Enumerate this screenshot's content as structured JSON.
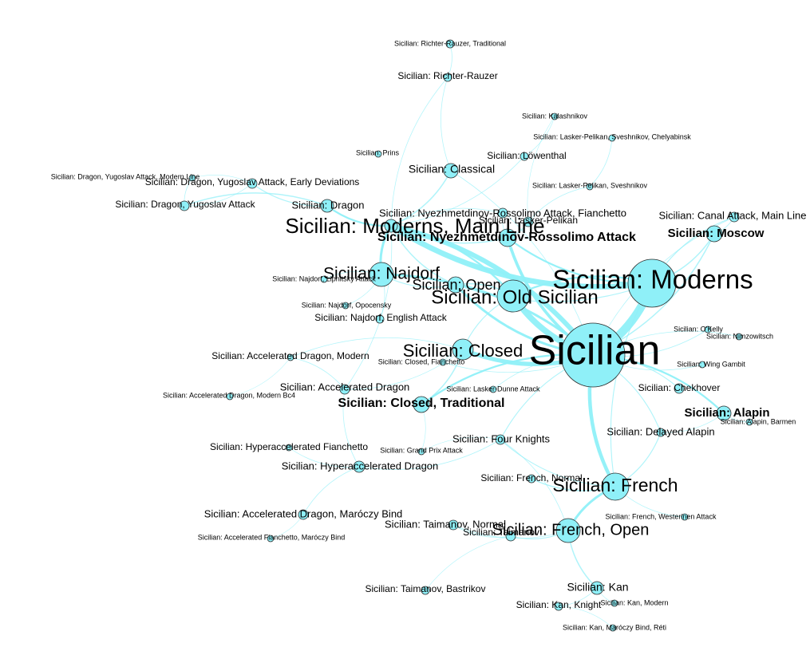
{
  "colors": {
    "node_fill": "#8ff0f8",
    "node_stroke": "#2a2a2a",
    "edge": "#8ff0f8",
    "label": "#000000",
    "background": "#ffffff"
  },
  "nodes": [
    {
      "id": "sicilian",
      "label": "Sicilian",
      "importance": 1.0,
      "bold": false
    },
    {
      "id": "moderns",
      "label": "Sicilian: Moderns",
      "importance": 0.55,
      "bold": false
    },
    {
      "id": "moderns_main",
      "label": "Sicilian: Moderns, Main Line",
      "importance": 0.4,
      "bold": false
    },
    {
      "id": "old_sicilian",
      "label": "Sicilian: Old Sicilian",
      "importance": 0.35,
      "bold": false
    },
    {
      "id": "closed",
      "label": "Sicilian: Closed",
      "importance": 0.3,
      "bold": false
    },
    {
      "id": "french",
      "label": "Sicilian: French",
      "importance": 0.3,
      "bold": false
    },
    {
      "id": "najdorf",
      "label": "Sicilian: Najdorf",
      "importance": 0.3,
      "bold": false
    },
    {
      "id": "french_open",
      "label": "Sicilian: French, Open",
      "importance": 0.25,
      "bold": false
    },
    {
      "id": "nyezh",
      "label": "Sicilian: Nyezhmetdinov-Rossolimo Attack",
      "importance": 0.22,
      "bold": true
    },
    {
      "id": "open",
      "label": "Sicilian: Open",
      "importance": 0.22,
      "bold": false
    },
    {
      "id": "closed_trad",
      "label": "Sicilian: Closed, Traditional",
      "importance": 0.18,
      "bold": true
    },
    {
      "id": "moscow",
      "label": "Sicilian: Moscow",
      "importance": 0.18,
      "bold": true
    },
    {
      "id": "alapin",
      "label": "Sicilian: Alapin",
      "importance": 0.16,
      "bold": true
    },
    {
      "id": "classical",
      "label": "Sicilian: Classical",
      "importance": 0.12,
      "bold": false
    },
    {
      "id": "dragon",
      "label": "Sicilian: Dragon",
      "importance": 0.1,
      "bold": false
    },
    {
      "id": "kan",
      "label": "Sicilian: Kan",
      "importance": 0.1,
      "bold": false
    },
    {
      "id": "four_knights",
      "label": "Sicilian: Four Knights",
      "importance": 0.08,
      "bold": false
    },
    {
      "id": "hyper_dragon",
      "label": "Sicilian: Hyperaccelerated Dragon",
      "importance": 0.08,
      "bold": false
    },
    {
      "id": "canal_main",
      "label": "Sicilian: Canal Attack, Main Line",
      "importance": 0.08,
      "bold": false
    },
    {
      "id": "taimanov_normal",
      "label": "Sicilian: Taimanov, Normal",
      "importance": 0.08,
      "bold": false
    },
    {
      "id": "taimanov",
      "label": "Sicilian: Taimanov",
      "importance": 0.06,
      "bold": false
    },
    {
      "id": "nyezh_fianch",
      "label": "Sicilian: Nyezhmetdinov-Rossolimo Attack, Fianchetto",
      "importance": 0.06,
      "bold": false
    },
    {
      "id": "lasker_pelikan",
      "label": "Sicilian: Lasker-Pelikan",
      "importance": 0.06,
      "bold": false
    },
    {
      "id": "accel_dragon",
      "label": "Sicilian: Accelerated Dragon",
      "importance": 0.06,
      "bold": false
    },
    {
      "id": "accel_maroczy",
      "label": "Sicilian: Accelerated Dragon, Maróczy Bind",
      "importance": 0.06,
      "bold": false
    },
    {
      "id": "delayed_alapin",
      "label": "Sicilian: Delayed Alapin",
      "importance": 0.06,
      "bold": false
    },
    {
      "id": "french_normal",
      "label": "Sicilian: French, Normal",
      "importance": 0.06,
      "bold": false
    },
    {
      "id": "chekhover",
      "label": "Sicilian: Chekhover",
      "importance": 0.05,
      "bold": false
    },
    {
      "id": "lowenthal",
      "label": "Sicilian: Löwenthal",
      "importance": 0.05,
      "bold": false
    },
    {
      "id": "richter",
      "label": "Sicilian: Richter-Rauzer",
      "importance": 0.05,
      "bold": false
    },
    {
      "id": "dragon_yug",
      "label": "Sicilian: Dragon, Yugoslav Attack",
      "importance": 0.05,
      "bold": false
    },
    {
      "id": "dragon_yug_early",
      "label": "Sicilian: Dragon, Yugoslav Attack, Early Deviations",
      "importance": 0.05,
      "bold": false
    },
    {
      "id": "accel_modern",
      "label": "Sicilian: Accelerated Dragon, Modern",
      "importance": 0.04,
      "bold": false
    },
    {
      "id": "najdorf_english",
      "label": "Sicilian: Najdorf, English Attack",
      "importance": 0.04,
      "bold": false
    },
    {
      "id": "hyper_fianch",
      "label": "Sicilian: Hyperaccelerated Fianchetto",
      "importance": 0.04,
      "bold": false
    },
    {
      "id": "taimanov_bastrikov",
      "label": "Sicilian: Taimanov, Bastrikov",
      "importance": 0.04,
      "bold": false
    },
    {
      "id": "kan_knight",
      "label": "Sicilian: Kan, Knight",
      "importance": 0.04,
      "bold": false
    },
    {
      "id": "richter_trad",
      "label": "Sicilian: Richter-Rauzer, Traditional",
      "importance": 0.02,
      "bold": false
    },
    {
      "id": "kalashnikov",
      "label": "Sicilian: Kalashnikov",
      "importance": 0.02,
      "bold": false
    },
    {
      "id": "lp_sveshnikov_chel",
      "label": "Sicilian: Lasker-Pelikan, Sveshnikov, Chelyabinsk",
      "importance": 0.02,
      "bold": false
    },
    {
      "id": "prins",
      "label": "Sicilian: Prins",
      "importance": 0.02,
      "bold": false
    },
    {
      "id": "dragon_yug_modern",
      "label": "Sicilian: Dragon, Yugoslav Attack, Modern Line",
      "importance": 0.02,
      "bold": false
    },
    {
      "id": "lp_sveshnikov",
      "label": "Sicilian: Lasker-Pelikan, Sveshnikov",
      "importance": 0.02,
      "bold": false
    },
    {
      "id": "najdorf_zagreb",
      "label": "Sicilian: Najdorf, Lipnitsky Attack",
      "importance": 0.02,
      "bold": false
    },
    {
      "id": "najdorf_opocensky",
      "label": "Sicilian: Najdorf, Opocensky",
      "importance": 0.02,
      "bold": false
    },
    {
      "id": "okelly",
      "label": "Sicilian: O'Kelly",
      "importance": 0.02,
      "bold": false
    },
    {
      "id": "nimzowitsch",
      "label": "Sicilian: Nimzowitsch",
      "importance": 0.02,
      "bold": false
    },
    {
      "id": "closed_fianch",
      "label": "Sicilian: Closed, Fianchetto",
      "importance": 0.02,
      "bold": false
    },
    {
      "id": "wing_gambit",
      "label": "Sicilian: Wing Gambit",
      "importance": 0.02,
      "bold": false
    },
    {
      "id": "lasker_dunne",
      "label": "Sicilian: Lasker-Dunne Attack",
      "importance": 0.02,
      "bold": false
    },
    {
      "id": "accel_modern_bc4",
      "label": "Sicilian: Accelerated Dragon, Modern Bc4",
      "importance": 0.02,
      "bold": false
    },
    {
      "id": "alapin_barmen",
      "label": "Sicilian: Alapin, Barmen",
      "importance": 0.02,
      "bold": false
    },
    {
      "id": "grand_prix",
      "label": "Sicilian: Grand Prix Attack",
      "importance": 0.02,
      "bold": false
    },
    {
      "id": "french_westerinen",
      "label": "Sicilian: French, Westerinen Attack",
      "importance": 0.02,
      "bold": false
    },
    {
      "id": "accel_fianch_maroczy",
      "label": "Sicilian: Accelerated Fianchetto, Maróczy Bind",
      "importance": 0.02,
      "bold": false
    },
    {
      "id": "kan_modern",
      "label": "Sicilian: Kan, Modern",
      "importance": 0.02,
      "bold": false
    },
    {
      "id": "kan_maroczy_reti",
      "label": "Sicilian: Kan, Maróczy Bind, Réti",
      "importance": 0.02,
      "bold": false
    }
  ],
  "edges": [
    {
      "source": "sicilian",
      "target": "moderns",
      "weight": 14
    },
    {
      "source": "sicilian",
      "target": "old_sicilian",
      "weight": 10
    },
    {
      "source": "sicilian",
      "target": "moderns_main",
      "weight": 8
    },
    {
      "source": "sicilian",
      "target": "closed",
      "weight": 7
    },
    {
      "source": "sicilian",
      "target": "french",
      "weight": 6
    },
    {
      "source": "sicilian",
      "target": "nyezh",
      "weight": 5
    },
    {
      "source": "sicilian",
      "target": "najdorf",
      "weight": 4
    },
    {
      "source": "sicilian",
      "target": "open",
      "weight": 4
    },
    {
      "source": "sicilian",
      "target": "closed_trad",
      "weight": 3
    },
    {
      "source": "sicilian",
      "target": "alapin",
      "weight": 3
    },
    {
      "source": "sicilian",
      "target": "moscow",
      "weight": 2
    },
    {
      "source": "sicilian",
      "target": "chekhover",
      "weight": 1.5
    },
    {
      "source": "sicilian",
      "target": "okelly",
      "weight": 1
    },
    {
      "source": "sicilian",
      "target": "nimzowitsch",
      "weight": 1
    },
    {
      "source": "sicilian",
      "target": "wing_gambit",
      "weight": 1
    },
    {
      "source": "sicilian",
      "target": "canal_main",
      "weight": 1
    },
    {
      "source": "sicilian",
      "target": "lasker_dunne",
      "weight": 1
    },
    {
      "source": "sicilian",
      "target": "closed_fianch",
      "weight": 1
    },
    {
      "source": "sicilian",
      "target": "four_knights",
      "weight": 1.5
    },
    {
      "source": "sicilian",
      "target": "delayed_alapin",
      "weight": 1.5
    },
    {
      "source": "sicilian",
      "target": "classical",
      "weight": 1
    },
    {
      "source": "moderns",
      "target": "moderns_main",
      "weight": 9
    },
    {
      "source": "moderns",
      "target": "old_sicilian",
      "weight": 3
    },
    {
      "source": "moderns",
      "target": "nyezh",
      "weight": 3
    },
    {
      "source": "moderns",
      "target": "moscow",
      "weight": 2
    },
    {
      "source": "moderns",
      "target": "canal_main",
      "weight": 1.5
    },
    {
      "source": "moderns",
      "target": "french",
      "weight": 1.5
    },
    {
      "source": "moderns",
      "target": "open",
      "weight": 1.5
    },
    {
      "source": "moderns_main",
      "target": "najdorf",
      "weight": 4
    },
    {
      "source": "moderns_main",
      "target": "dragon",
      "weight": 3
    },
    {
      "source": "moderns_main",
      "target": "classical",
      "weight": 2
    },
    {
      "source": "moderns_main",
      "target": "old_sicilian",
      "weight": 3
    },
    {
      "source": "moderns_main",
      "target": "open",
      "weight": 2
    },
    {
      "source": "moderns_main",
      "target": "richter",
      "weight": 1
    },
    {
      "source": "moderns_main",
      "target": "nyezh",
      "weight": 2
    },
    {
      "source": "moderns_main",
      "target": "accel_dragon",
      "weight": 1
    },
    {
      "source": "moderns_main",
      "target": "lowenthal",
      "weight": 1
    },
    {
      "source": "moderns_main",
      "target": "nyezh_fianch",
      "weight": 1
    },
    {
      "source": "dragon",
      "target": "dragon_yug",
      "weight": 2
    },
    {
      "source": "dragon",
      "target": "dragon_yug_early",
      "weight": 1.5
    },
    {
      "source": "dragon_yug",
      "target": "dragon_yug_early",
      "weight": 1
    },
    {
      "source": "dragon_yug",
      "target": "dragon_yug_modern",
      "weight": 1
    },
    {
      "source": "dragon_yug_early",
      "target": "dragon_yug_modern",
      "weight": 0.8
    },
    {
      "source": "najdorf",
      "target": "najdorf_english",
      "weight": 1
    },
    {
      "source": "najdorf",
      "target": "najdorf_zagreb",
      "weight": 1
    },
    {
      "source": "najdorf",
      "target": "najdorf_opocensky",
      "weight": 1
    },
    {
      "source": "najdorf",
      "target": "open",
      "weight": 1.5
    },
    {
      "source": "classical",
      "target": "richter",
      "weight": 1
    },
    {
      "source": "richter",
      "target": "richter_trad",
      "weight": 1
    },
    {
      "source": "nyezh",
      "target": "nyezh_fianch",
      "weight": 1
    },
    {
      "source": "nyezh",
      "target": "lasker_pelikan",
      "weight": 1.5
    },
    {
      "source": "lasker_pelikan",
      "target": "lp_sveshnikov",
      "weight": 1
    },
    {
      "source": "lp_sveshnikov",
      "target": "lp_sveshnikov_chel",
      "weight": 1
    },
    {
      "source": "lasker_pelikan",
      "target": "kalashnikov",
      "weight": 0.8
    },
    {
      "source": "lowenthal",
      "target": "kalashnikov",
      "weight": 0.8
    },
    {
      "source": "closed",
      "target": "closed_trad",
      "weight": 2
    },
    {
      "source": "closed",
      "target": "closed_fianch",
      "weight": 1
    },
    {
      "source": "closed",
      "target": "accel_dragon",
      "weight": 1
    },
    {
      "source": "closed",
      "target": "accel_modern",
      "weight": 1
    },
    {
      "source": "closed",
      "target": "old_sicilian",
      "weight": 1.5
    },
    {
      "source": "accel_dragon",
      "target": "accel_modern",
      "weight": 1
    },
    {
      "source": "accel_modern",
      "target": "accel_modern_bc4",
      "weight": 0.8
    },
    {
      "source": "accel_dragon",
      "target": "hyper_dragon",
      "weight": 1
    },
    {
      "source": "hyper_dragon",
      "target": "hyper_fianch",
      "weight": 1
    },
    {
      "source": "hyper_dragon",
      "target": "accel_maroczy",
      "weight": 1
    },
    {
      "source": "accel_maroczy",
      "target": "accel_fianch_maroczy",
      "weight": 0.8
    },
    {
      "source": "hyper_dragon",
      "target": "four_knights",
      "weight": 1
    },
    {
      "source": "closed_trad",
      "target": "grand_prix",
      "weight": 0.8
    },
    {
      "source": "french",
      "target": "french_open",
      "weight": 4
    },
    {
      "source": "french",
      "target": "french_normal",
      "weight": 2
    },
    {
      "source": "french",
      "target": "delayed_alapin",
      "weight": 1.5
    },
    {
      "source": "french",
      "target": "four_knights",
      "weight": 1.5
    },
    {
      "source": "french",
      "target": "french_westerinen",
      "weight": 1
    },
    {
      "source": "french_open",
      "target": "taimanov",
      "weight": 1.5
    },
    {
      "source": "french_open",
      "target": "kan",
      "weight": 2
    },
    {
      "source": "french_open",
      "target": "taimanov_normal",
      "weight": 1
    },
    {
      "source": "french_open",
      "target": "four_knights",
      "weight": 1
    },
    {
      "source": "taimanov",
      "target": "taimanov_normal",
      "weight": 1
    },
    {
      "source": "taimanov",
      "target": "taimanov_bastrikov",
      "weight": 0.8
    },
    {
      "source": "kan",
      "target": "kan_knight",
      "weight": 1
    },
    {
      "source": "kan",
      "target": "kan_modern",
      "weight": 0.8
    },
    {
      "source": "kan_knight",
      "target": "kan_maroczy_reti",
      "weight": 0.8
    },
    {
      "source": "alapin",
      "target": "alapin_barmen",
      "weight": 1
    },
    {
      "source": "alapin",
      "target": "delayed_alapin",
      "weight": 1
    },
    {
      "source": "moscow",
      "target": "canal_main",
      "weight": 1
    },
    {
      "source": "open",
      "target": "old_sicilian",
      "weight": 2
    },
    {
      "source": "four_knights",
      "target": "grand_prix",
      "weight": 0.8
    }
  ]
}
